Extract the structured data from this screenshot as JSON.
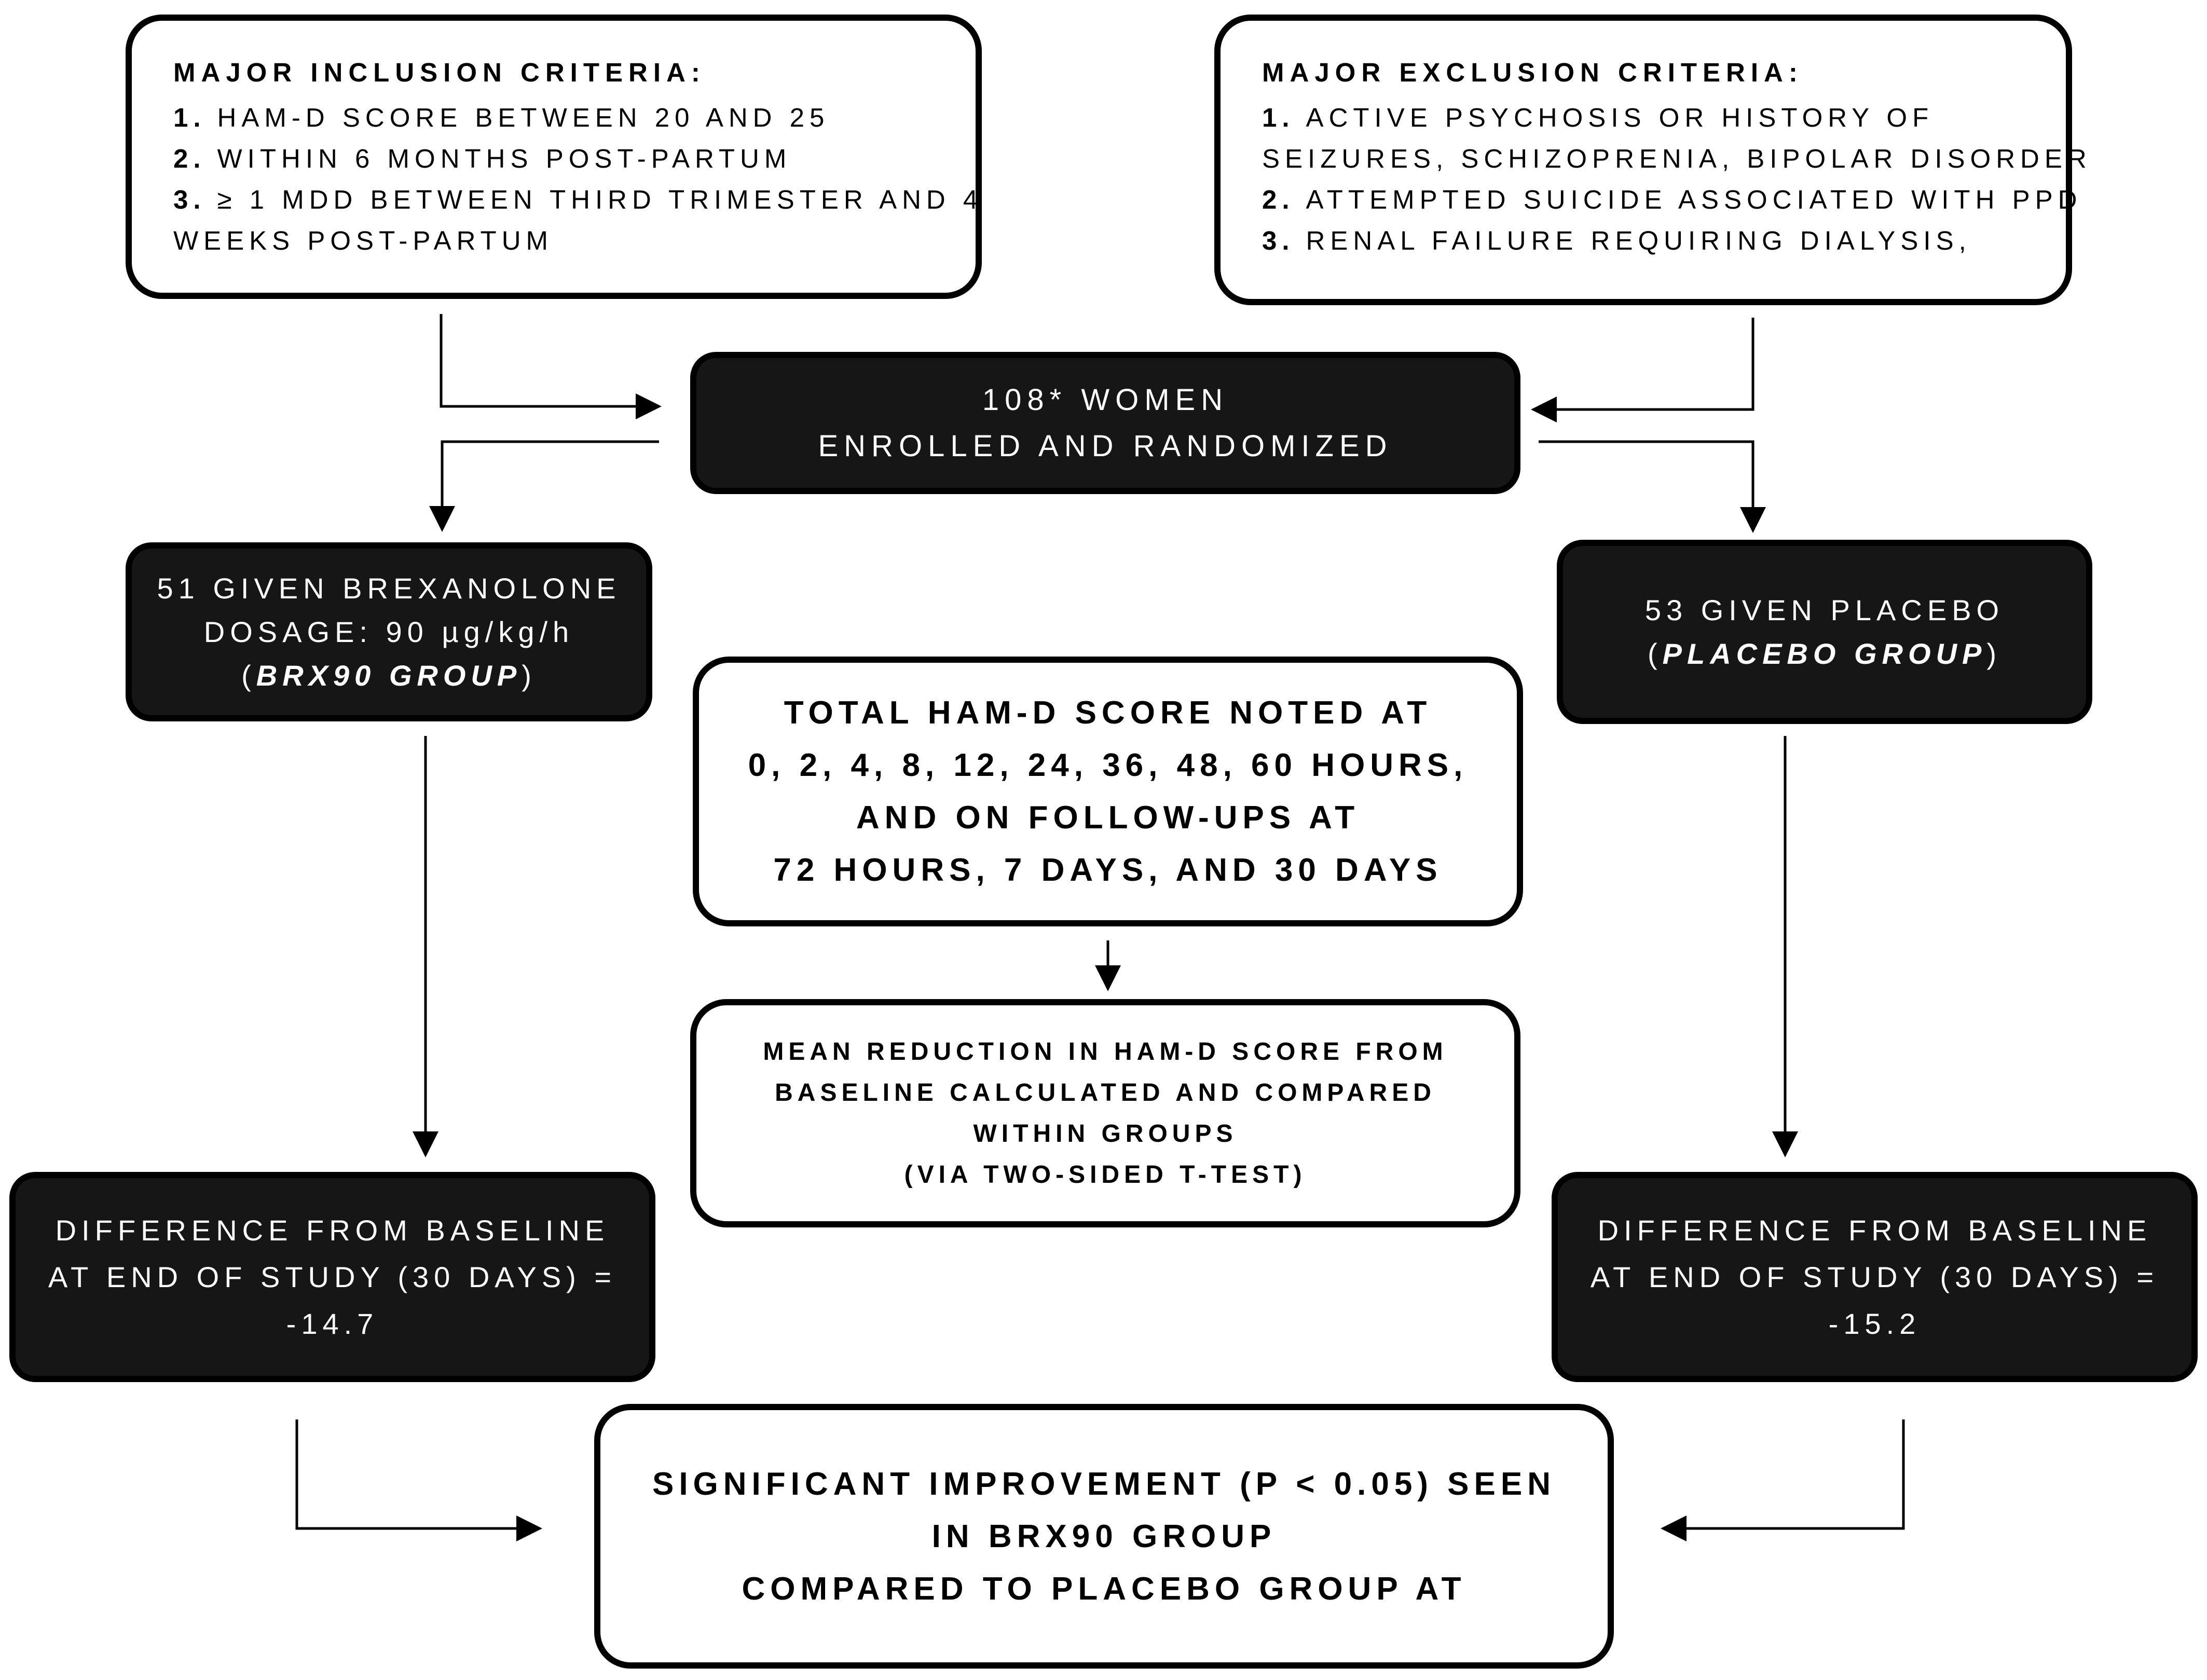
{
  "inclusion": {
    "title": "MAJOR INCLUSION CRITERIA:",
    "items": [
      {
        "num": "1.",
        "text": "HAM-D SCORE BETWEEN 20 AND 25"
      },
      {
        "num": "2.",
        "text": "WITHIN 6 MONTHS POST-PARTUM"
      },
      {
        "num": "3.",
        "text": "≥ 1 MDD BETWEEN THIRD TRIMESTER AND 4",
        "continuation": "WEEKS POST-PARTUM"
      }
    ]
  },
  "exclusion": {
    "title": "MAJOR EXCLUSION CRITERIA:",
    "items": [
      {
        "num": "1.",
        "text": "ACTIVE PSYCHOSIS OR HISTORY OF",
        "continuation": "SEIZURES, SCHIZOPRENIA, BIPOLAR DISORDER"
      },
      {
        "num": "2.",
        "text": "ATTEMPTED SUICIDE ASSOCIATED WITH PPD"
      },
      {
        "num": "3.",
        "text": "RENAL FAILURE REQUIRING DIALYSIS,"
      }
    ]
  },
  "enrolled": {
    "line1": "108* WOMEN",
    "line2": "ENROLLED AND RANDOMIZED"
  },
  "brexanolone_group": {
    "line1": "51 GIVEN BREXANOLONE",
    "line2": "DOSAGE: 90 µg/kg/h",
    "paren_open": "(",
    "group_name": "BRX90 GROUP",
    "paren_close": ")"
  },
  "placebo_group": {
    "line1": "53 GIVEN PLACEBO",
    "paren_open": "(",
    "group_name": "PLACEBO GROUP",
    "paren_close": ")"
  },
  "hamd_schedule": {
    "lines": [
      "TOTAL HAM-D SCORE NOTED AT",
      "0, 2, 4, 8, 12, 24, 36, 48, 60 HOURS,",
      "AND ON FOLLOW-UPS AT",
      "72 HOURS, 7 DAYS, AND 30 DAYS"
    ]
  },
  "mean_reduction": {
    "lines": [
      "MEAN REDUCTION IN HAM-D SCORE FROM",
      "BASELINE CALCULATED AND COMPARED",
      "WITHIN GROUPS",
      "(VIA TWO-SIDED T-TEST)"
    ]
  },
  "brx_difference": {
    "lines": [
      "DIFFERENCE FROM BASELINE",
      "AT END OF STUDY (30 DAYS) =",
      "-14.7"
    ]
  },
  "placebo_difference": {
    "lines": [
      "DIFFERENCE FROM BASELINE",
      "AT END OF STUDY (30 DAYS) =",
      "-15.2"
    ]
  },
  "conclusion": {
    "lines": [
      "SIGNIFICANT IMPROVEMENT (P < 0.05) SEEN",
      "IN BRX90 GROUP",
      "COMPARED TO PLACEBO GROUP AT"
    ]
  }
}
